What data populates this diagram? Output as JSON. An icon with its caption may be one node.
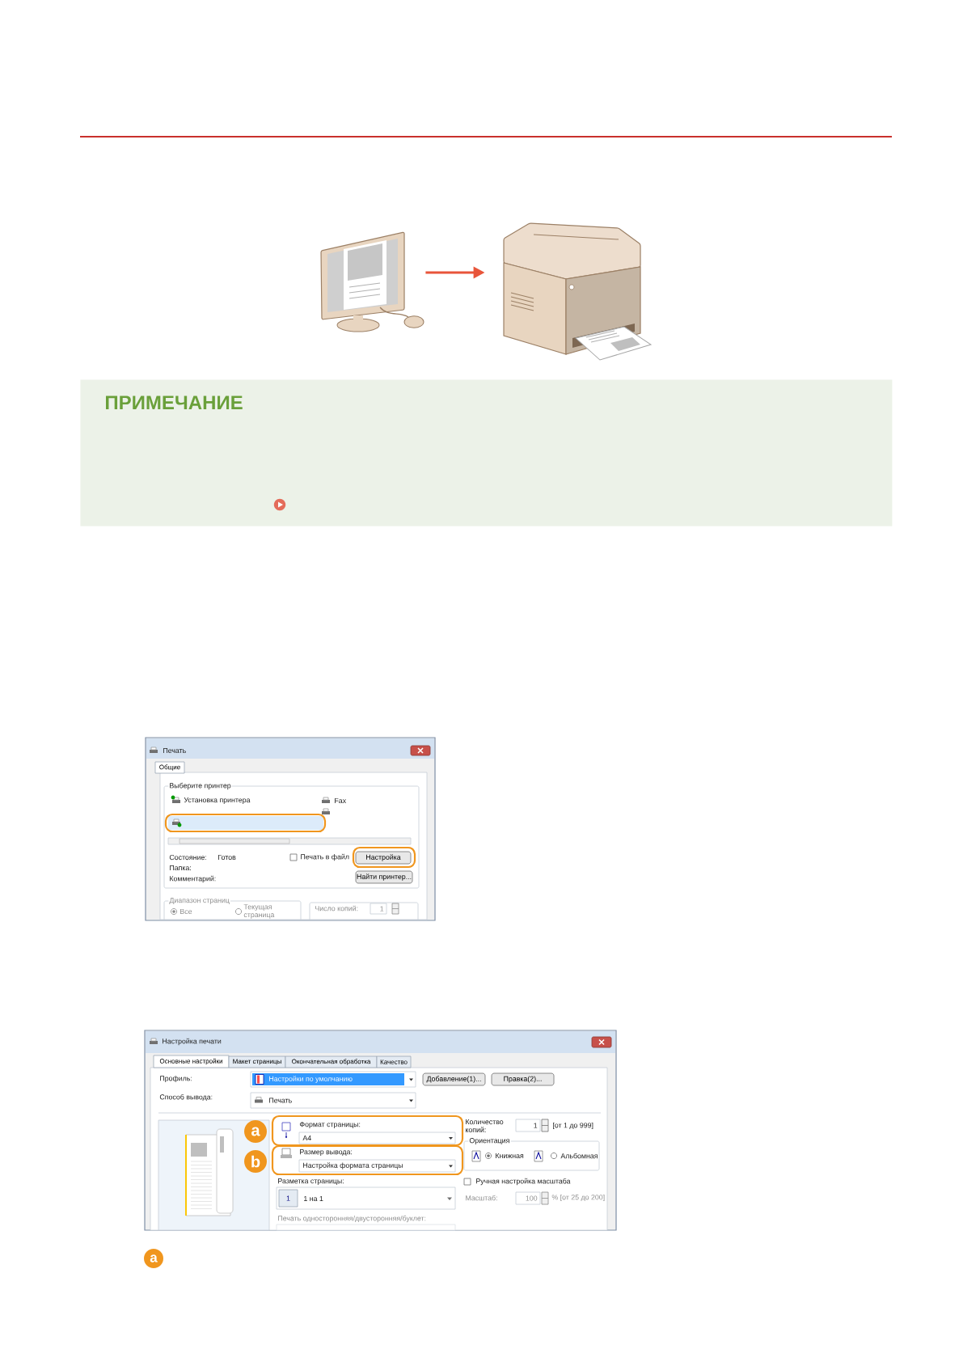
{
  "diagram": {
    "nodes": [
      {
        "text": [],
        "shape": "picture"
      },
      {
        "text": [],
        "shape": "picture"
      },
      {
        "text": [
          "ПРИМЕЧАНИЕ"
        ]
      }
    ],
    "edges": [
      {
        "from": 0,
        "to": 1,
        "arrow": "to"
      }
    ],
    "labels": [
      "Печать",
      "Общие",
      "Выберите принтер",
      "Установка принтера",
      "Fax",
      "Состояние:",
      "Готов",
      "Печать в файл",
      "Настройка",
      "Папка:",
      "Комментарий:",
      "Найти принтер...",
      "Диапазон страниц",
      "Все",
      "Текущая страница",
      "Число копий:",
      "1",
      "Настройка печати",
      "Основные настройки",
      "Макет страницы",
      "Окончательная обработка",
      "Качество",
      "Профиль:",
      "Настройки по умолчанию",
      "Добавление(1)...",
      "Правка(2)...",
      "Способ вывода:",
      "Печать",
      "a",
      "Формат страницы:",
      "A4",
      "Количество копий:",
      "1",
      "[от 1 до 999]",
      "Ориентация",
      "b",
      "Размер вывода:",
      "Настройка формата страницы",
      "Книжная",
      "Альбомная",
      "Разметка страницы:",
      "Ручная настройка масштаба",
      "1",
      "1 на 1",
      "Масштаб:",
      "100",
      "% [от 25 до 200]",
      "Печать односторонняя/двусторонняя/буклет:",
      "a"
    ]
  }
}
